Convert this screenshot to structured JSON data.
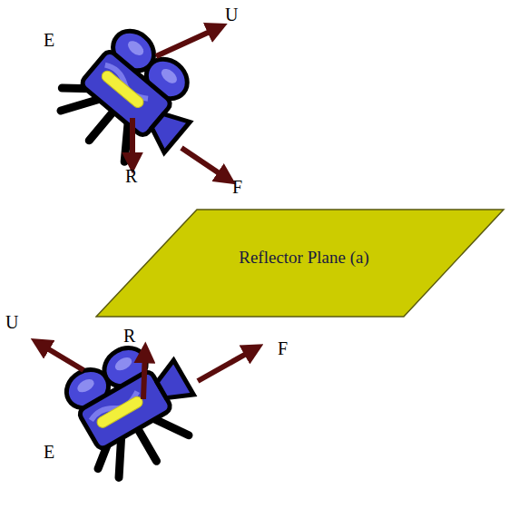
{
  "diagram": {
    "nodes": [
      {
        "text": [
          "Reflector Plane (a)"
        ]
      }
    ],
    "labels": [
      "U",
      "E",
      "R",
      "F",
      "U",
      "R",
      "F",
      "E"
    ]
  }
}
